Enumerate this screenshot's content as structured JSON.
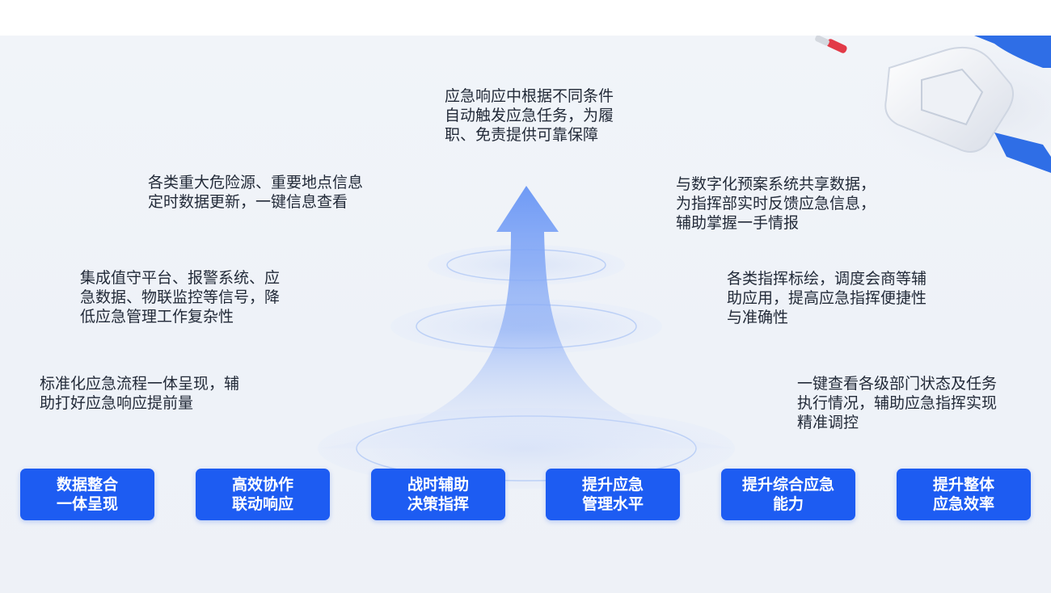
{
  "diagram": {
    "colors": {
      "accent": "#1d5cf2",
      "arrow": "#6f9af5",
      "ring": "#bcd0f6",
      "text": "#222a38"
    },
    "top": "应急响应中根据不同条件\n自动触发应急任务，为履\n职、免责提供可靠保障",
    "left": [
      "各类重大危险源、重要地点信息\n定时数据更新，一键信息查看",
      "集成值守平台、报警系统、应\n急数据、物联监控等信号，降\n低应急管理工作复杂性",
      "标准化应急流程一体呈现，辅\n助打好应急响应提前量"
    ],
    "right": [
      "与数字化预案系统共享数据，\n为指挥部实时反馈应急信息，\n辅助掌握一手情报",
      "各类指挥标绘，调度会商等辅\n助应用，提高应急指挥便捷性\n与准确性",
      "一键查看各级部门状态及任务\n执行情况，辅助应急指挥实现\n精准调控"
    ]
  },
  "buttons": [
    {
      "line1": "数据整合",
      "line2": "一体呈现"
    },
    {
      "line1": "高效协作",
      "line2": "联动响应"
    },
    {
      "line1": "战时辅助",
      "line2": "决策指挥"
    },
    {
      "line1": "提升应急",
      "line2": "管理水平"
    },
    {
      "line1": "提升综合应急",
      "line2": "能力"
    },
    {
      "line1": "提升整体",
      "line2": "应急效率"
    }
  ]
}
